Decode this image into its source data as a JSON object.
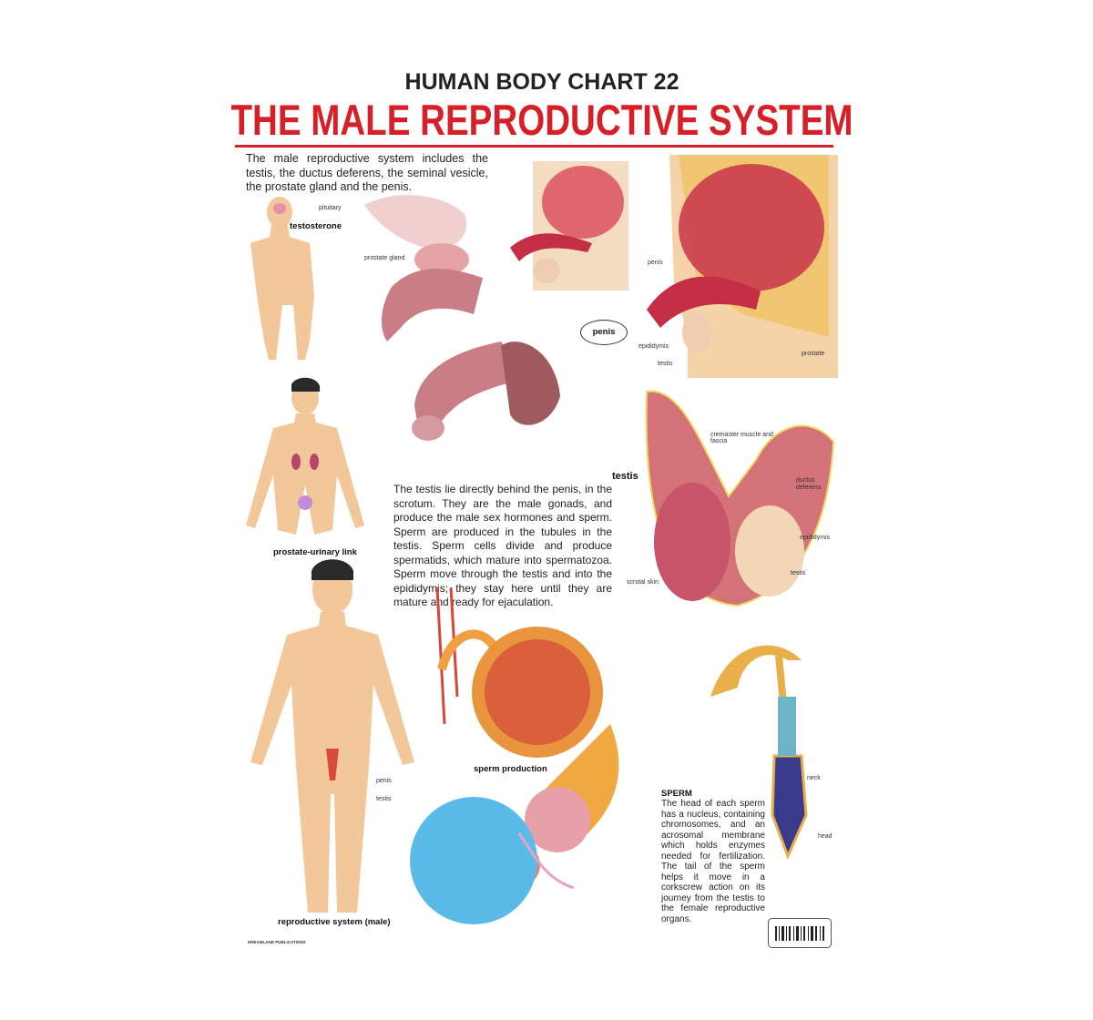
{
  "header": {
    "subtitle": "HUMAN BODY CHART 22",
    "title": "THE MALE REPRODUCTIVE SYSTEM"
  },
  "intro": "The male reproductive system includes the testis, the ductus deferens, the seminal vesicle, the prostate gland and the penis.",
  "figure_testosterone": {
    "label_pituitary": "pituitary",
    "caption": "testosterone"
  },
  "figure_prostate": {
    "label": "prostate gland"
  },
  "penis_oval": "penis",
  "figure_section": {
    "penis": "penis",
    "epididymis": "epididymis",
    "testis": "testis",
    "prostate": "prostate"
  },
  "figure_prostate_link": {
    "caption": "prostate-urinary link"
  },
  "testis_section": {
    "heading": "testis",
    "text": "The testis lie directly behind the penis, in the scrotum. They are the male gonads, and produce the male sex hormones and sperm. Sperm are produced in the tubules in the testis. Sperm cells divide and produce spermatids, which mature into spermatozoa. Sperm move through the testis and into the epididymis; they stay here until they are mature and ready for ejaculation.",
    "labels": {
      "cremaster": "cremaster muscle and fascia",
      "ductus": "ductus deferens",
      "epididymis": "epididymis",
      "testis": "testis",
      "scrotal": "scrotal skin"
    }
  },
  "figure_male": {
    "penis": "penis",
    "testis": "testis",
    "caption": "reproductive system (male)"
  },
  "figure_sperm_production": {
    "caption": "sperm production"
  },
  "sperm": {
    "heading": "SPERM",
    "text": "The head of each sperm has a nucleus, containing chromosomes, and an acrosomal membrane which holds enzymes needed for fertilization. The tail of the sperm helps it move in a corkscrew action on its journey from the testis to the female reproductive organs.",
    "neck": "neck",
    "head": "head"
  },
  "publisher": "DREAMLAND PUBLICATIONS",
  "colors": {
    "title_red": "#d61f26",
    "skin": "#f2c79a",
    "tissue": "#c9445a",
    "egg": "#5bbbe8"
  }
}
